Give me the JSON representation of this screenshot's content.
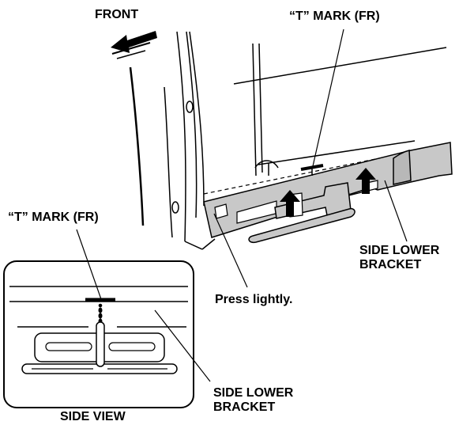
{
  "labels": {
    "front": "FRONT",
    "t_mark_top": "“T” MARK (FR)",
    "t_mark_left": "“T” MARK (FR)",
    "side_lower_bracket_right": "SIDE  LOWER\nBRACKET",
    "press_lightly": "Press lightly.",
    "side_lower_bracket_bottom": "SIDE LOWER\nBRACKET",
    "side_view": "SIDE VIEW"
  },
  "colors": {
    "line": "#000000",
    "bracket_fill": "#c8c8c8",
    "background": "#ffffff"
  }
}
